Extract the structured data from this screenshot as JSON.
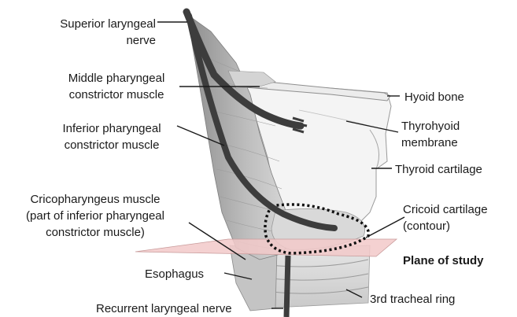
{
  "labels": {
    "superior_laryngeal_nerve": [
      "Superior laryngeal",
      "nerve"
    ],
    "middle_pharyngeal_constrictor": [
      "Middle pharyngeal",
      "constrictor muscle"
    ],
    "inferior_pharyngeal_constrictor": [
      "Inferior pharyngeal",
      "constrictor muscle"
    ],
    "cricopharyngeus": [
      "Cricopharyngeus muscle",
      "(part of inferior pharyngeal",
      "constrictor muscle)"
    ],
    "esophagus": "Esophagus",
    "recurrent_laryngeal_nerve": "Recurrent laryngeal nerve",
    "hyoid_bone": "Hyoid bone",
    "thyrohyoid_membrane": [
      "Thyrohyoid",
      "membrane"
    ],
    "thyroid_cartilage": "Thyroid cartilage",
    "cricoid_cartilage": [
      "Cricoid cartilage",
      "(contour)"
    ],
    "plane_of_study": "Plane of study",
    "third_tracheal_ring": "3rd tracheal ring"
  },
  "colors": {
    "nerve": "#3d3d3d",
    "muscle_shade": "#b9b9b9",
    "cartilage": "#f3f3f3",
    "plane": "#f2c9c9",
    "leader_line": "#1a1a1a"
  }
}
